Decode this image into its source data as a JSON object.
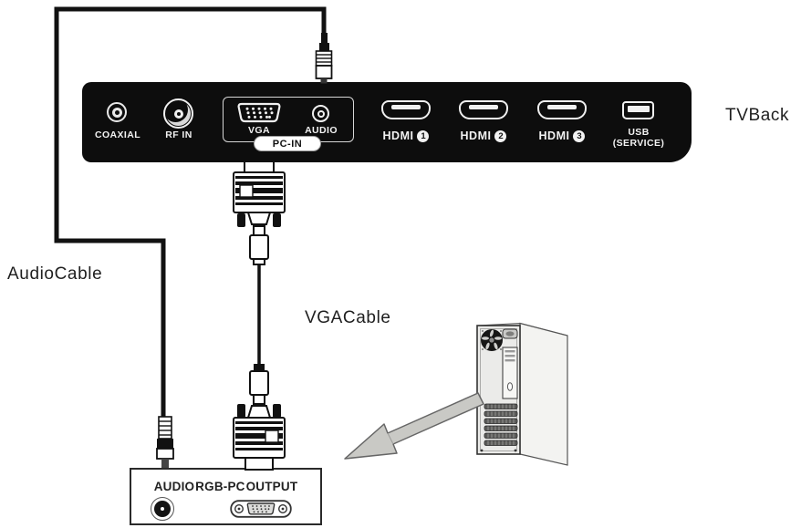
{
  "diagram_labels": {
    "tv_back": "TVBack",
    "audio_cable": "AudioCable",
    "vga_cable": "VGACable"
  },
  "panel": {
    "coaxial_label": "COAXIAL",
    "rf_label": "RF IN",
    "vga_label": "VGA",
    "audio_label": "AUDIO",
    "pc_in_label": "PC-IN",
    "hdmi_ports": [
      {
        "label": "HDMI",
        "number": "1"
      },
      {
        "label": "HDMI",
        "number": "2"
      },
      {
        "label": "HDMI",
        "number": "3"
      }
    ],
    "usb_label_line1": "USB",
    "usb_label_line2": "(SERVICE)"
  },
  "output_box": {
    "title": "AUDIO RGB-PC OUTPUT"
  },
  "colors": {
    "panel_bg": "#0d0d0d",
    "cable_line": "#111111",
    "arrow_fill": "#c9c9c5",
    "label_text": "#1f1f1f"
  }
}
